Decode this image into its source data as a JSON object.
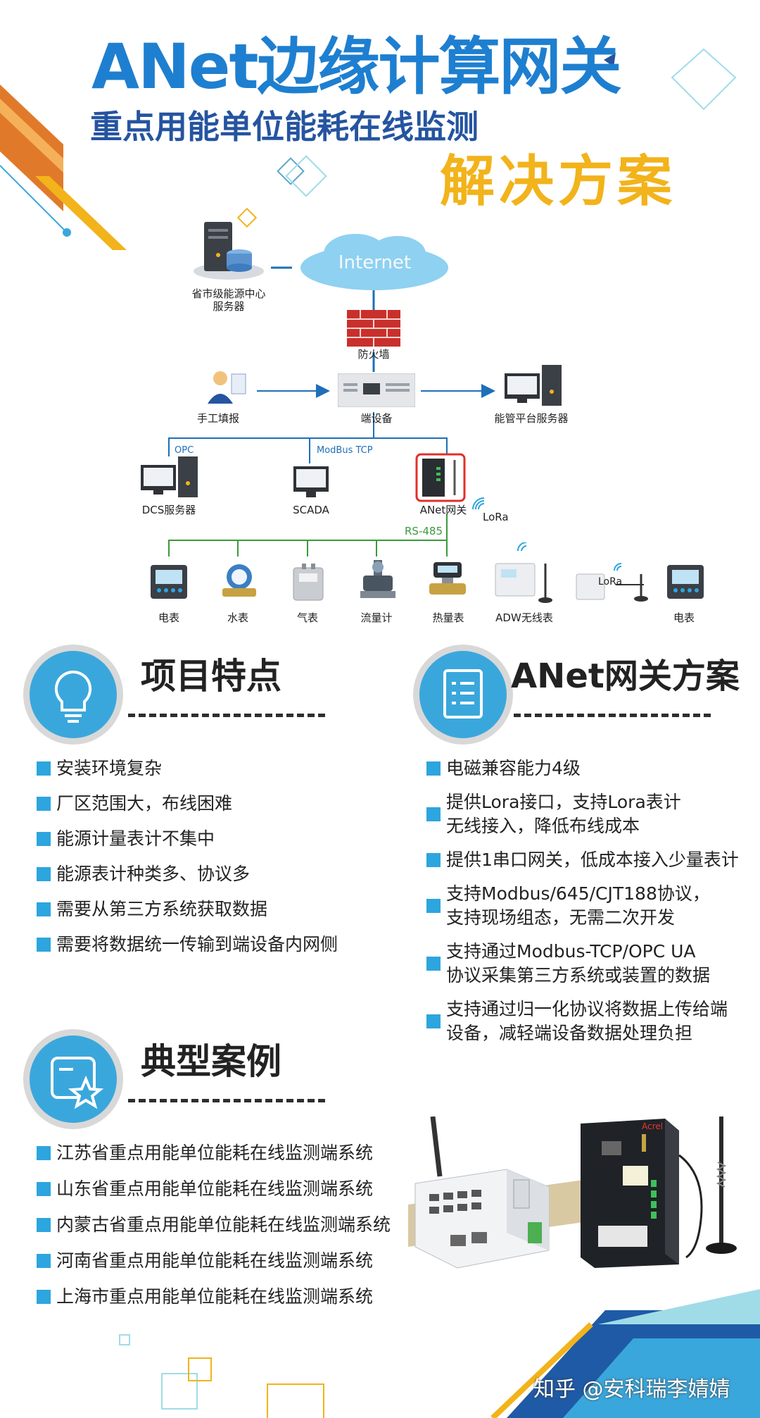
{
  "header": {
    "title": "ANet边缘计算网关",
    "subtitle": "重点用能单位能耗在线监测",
    "solution": "解决方案"
  },
  "diagram": {
    "internet": "Internet",
    "server_center": "省市级能源中心\n服务器",
    "firewall": "防火墙",
    "manual": "手工填报",
    "terminal": "端设备",
    "platform": "能管平台服务器",
    "opc": "OPC",
    "modbus_tcp": "ModBus TCP",
    "dcs": "DCS服务器",
    "scada": "SCADA",
    "anet": "ANet网关",
    "lora1": "LoRa",
    "rs485": "RS-485",
    "lora2": "LoRa",
    "devices": [
      "电表",
      "水表",
      "气表",
      "流量计",
      "热量表",
      "ADW无线表",
      "电表"
    ]
  },
  "features": {
    "title": "项目特点",
    "items": [
      "安装环境复杂",
      "厂区范围大，布线困难",
      "能源计量表计不集中",
      "能源表计种类多、协议多",
      "需要从第三方系统获取数据",
      "需要将数据统一传输到端设备内网侧"
    ]
  },
  "solution_section": {
    "title": "ANet网关方案",
    "items": [
      "电磁兼容能力4级",
      "提供Lora接口，支持Lora表计\n无线接入，降低布线成本",
      "提供1串口网关，低成本接入少量表计",
      "支持Modbus/645/CJT188协议，\n支持现场组态，无需二次开发",
      "支持通过Modbus-TCP/OPC UA\n协议采集第三方系统或装置的数据",
      "支持通过归一化协议将数据上传给端\n设备，减轻端设备数据处理负担"
    ]
  },
  "cases": {
    "title": "典型案例",
    "items": [
      "江苏省重点用能单位能耗在线监测端系统",
      "山东省重点用能单位能耗在线监测端系统",
      "内蒙古省重点用能单位能耗在线监测端系统",
      "河南省重点用能单位能耗在线监测端系统",
      "上海市重点用能单位能耗在线监测端系统"
    ]
  },
  "product": {
    "brand": "Acrel"
  },
  "watermark": "知乎 @安科瑞李婧婧",
  "colors": {
    "title_blue": "#1e7fd0",
    "subtitle_blue": "#2554a0",
    "solution_yellow": "#f2b31b",
    "bullet_blue": "#2da5de",
    "circle_blue": "#3aa7dc",
    "line_blue": "#1e6fb8",
    "line_green": "#3a9a3a"
  }
}
